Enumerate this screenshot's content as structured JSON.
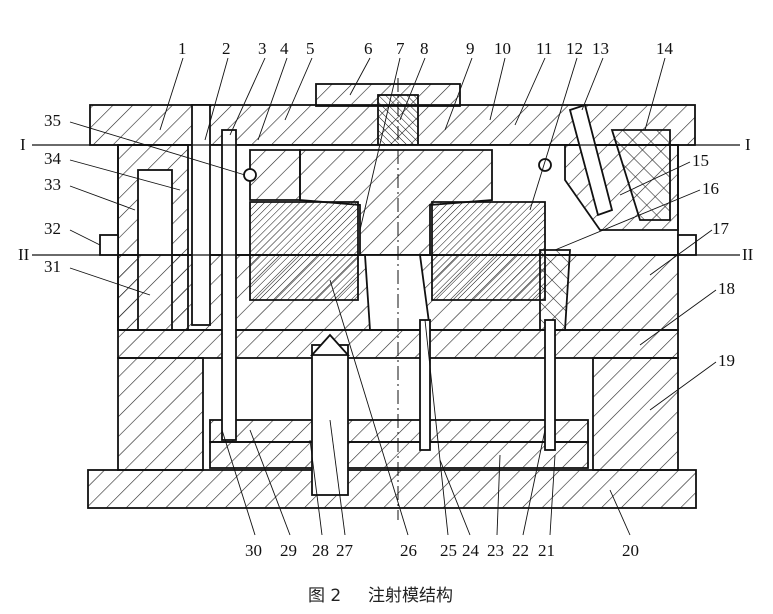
{
  "figure": {
    "caption_number": "图 2",
    "caption_text": "注射模结构",
    "section_marks": {
      "top_left": "I",
      "top_right": "I",
      "mid_left": "II",
      "mid_right": "II"
    },
    "top_callouts": [
      "1",
      "2",
      "3",
      "4",
      "5",
      "6",
      "7",
      "8",
      "9",
      "10",
      "11",
      "12",
      "13",
      "14"
    ],
    "right_callouts": [
      "15",
      "16",
      "17",
      "18",
      "19"
    ],
    "bottom_callouts": [
      "30",
      "29",
      "28",
      "27",
      "26",
      "25",
      "24",
      "23",
      "22",
      "21",
      "20"
    ],
    "left_callouts": [
      "35",
      "34",
      "33",
      "32",
      "31"
    ]
  }
}
